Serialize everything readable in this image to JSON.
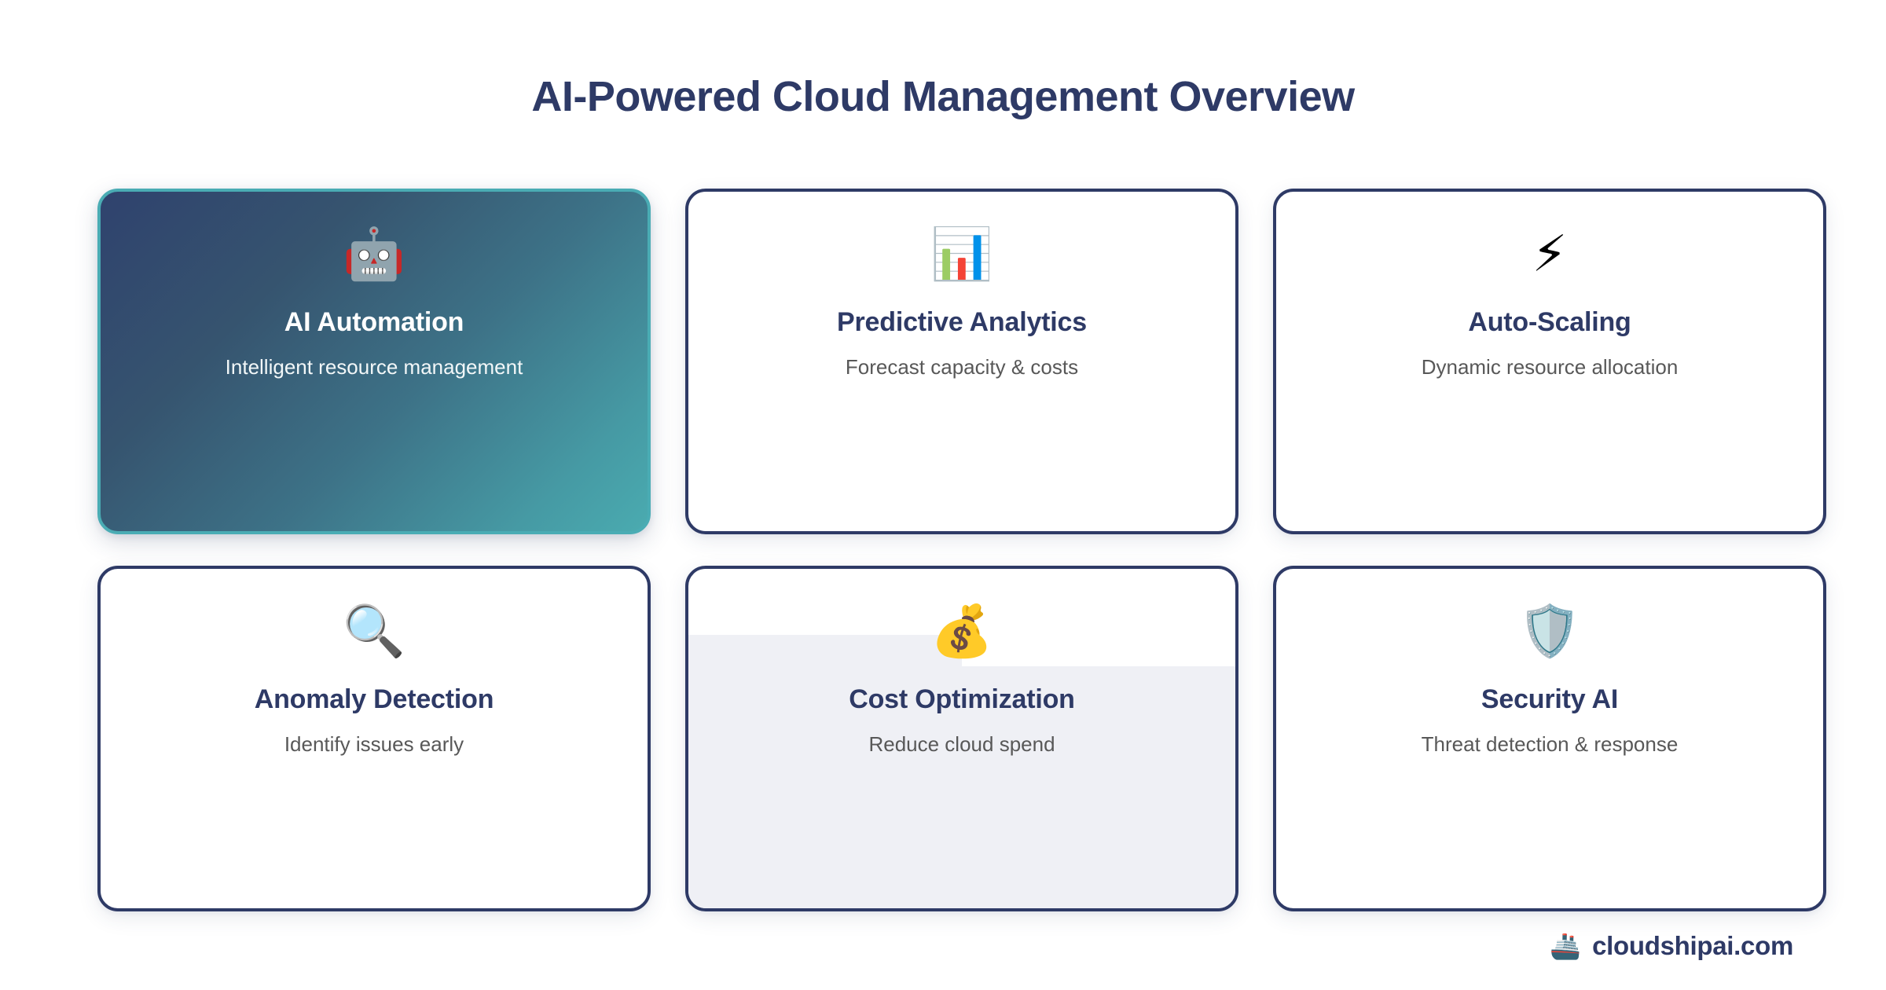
{
  "page": {
    "title": "AI-Powered Cloud Management Overview",
    "background_color": "#ffffff",
    "accent_navy": "#2e3a66",
    "accent_teal": "#4aacb4",
    "hover_tint_color": "#eff0f5",
    "description_color": "#585858"
  },
  "cards": [
    {
      "icon": "🤖",
      "icon_name": "robot-icon",
      "title": "AI Automation",
      "description": "Intelligent resource management",
      "state": "active"
    },
    {
      "icon": "📊",
      "icon_name": "bar-chart-icon",
      "title": "Predictive Analytics",
      "description": "Forecast capacity & costs",
      "state": "default"
    },
    {
      "icon": "⚡",
      "icon_name": "lightning-bolt-icon",
      "title": "Auto-Scaling",
      "description": "Dynamic resource allocation",
      "state": "default"
    },
    {
      "icon": "🔍",
      "icon_name": "magnifying-glass-icon",
      "title": "Anomaly Detection",
      "description": "Identify issues early",
      "state": "default"
    },
    {
      "icon": "💰",
      "icon_name": "money-bag-icon",
      "title": "Cost Optimization",
      "description": "Reduce cloud spend",
      "state": "hover"
    },
    {
      "icon": "🛡️",
      "icon_name": "shield-icon",
      "title": "Security AI",
      "description": "Threat detection & response",
      "state": "default"
    }
  ],
  "footer": {
    "icon": "🚢",
    "icon_name": "ship-icon",
    "brand": "cloudshipai.com"
  }
}
